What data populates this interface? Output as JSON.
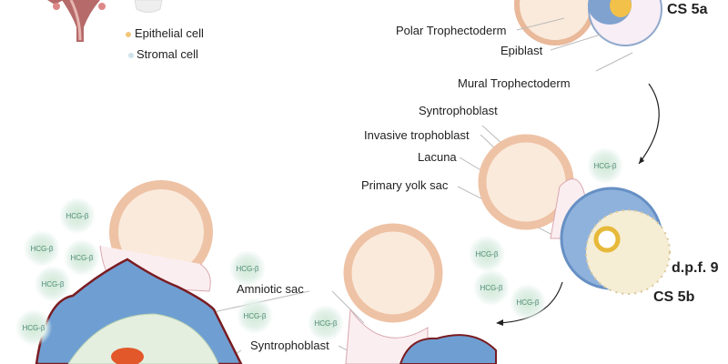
{
  "legend": {
    "epithelial": "Epithelial cell",
    "stromal": "Stromal cell"
  },
  "stages": {
    "cs5a": "CS 5a",
    "cs5b": "CS 5b",
    "dpf": "d.p.f. 9"
  },
  "labels": {
    "polar_trophectoderm": "Polar Trophectoderm",
    "epiblast": "Epiblast",
    "mural_trophectoderm": "Mural Trophectoderm",
    "syntrophoblast_1": "Syntrophoblast",
    "invasive_trophoblast": "Invasive trophoblast",
    "lacuna": "Lacuna",
    "primary_yolk_sac": "Primary yolk sac",
    "amniotic_sac": "Amniotic sac",
    "syntrophoblast_2": "Syntrophoblast"
  },
  "hormone": "HCG-β",
  "colors": {
    "epithelium": "#f3d9c4",
    "stroma": "#6f9fd2",
    "outline": "#7a1c22",
    "hcg": "#5aa36a"
  }
}
